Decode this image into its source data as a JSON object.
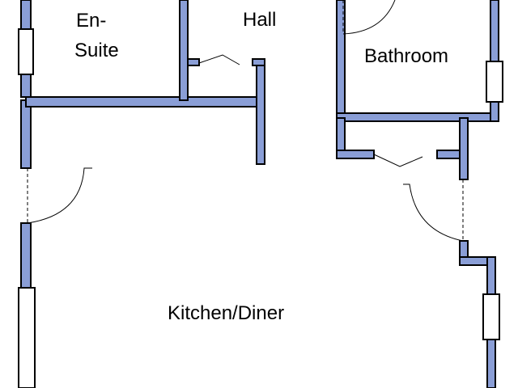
{
  "rooms": {
    "ensuite_line1": "En-",
    "ensuite_line2": "Suite",
    "hall": "Hall",
    "bathroom": "Bathroom",
    "kitchen": "Kitchen/Diner"
  },
  "colors": {
    "wall_fill": "#8a9ed6",
    "wall_outline": "#000000",
    "window_fill": "#ffffff",
    "background": "#ffffff"
  }
}
